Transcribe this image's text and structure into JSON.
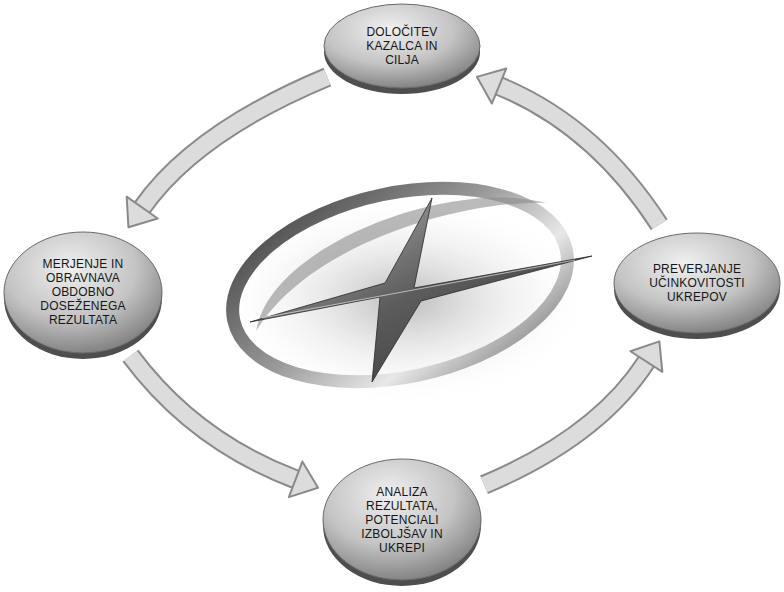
{
  "diagram": {
    "nodes": [
      {
        "text": [
          "DOLOČITEV KAZALCA IN CILJA"
        ]
      },
      {
        "text": [
          "MERJENJE IN OBRAVNAVA OBDOBNO DOSEŽENEGA REZULTATA"
        ]
      },
      {
        "text": [
          "PREVERJANJE UČINKOVITOSTI UKREPOV"
        ]
      },
      {
        "text": [
          "ANALIZA REZULTATA, POTENCIALI IZBOLJŠAV IN UKREPI"
        ]
      }
    ],
    "edges": [
      {
        "from": 0,
        "to": 1,
        "arrow": "to"
      },
      {
        "from": 1,
        "to": 3,
        "arrow": "to"
      },
      {
        "from": 3,
        "to": 2,
        "arrow": "to"
      },
      {
        "from": 2,
        "to": 0,
        "arrow": "to"
      }
    ]
  }
}
